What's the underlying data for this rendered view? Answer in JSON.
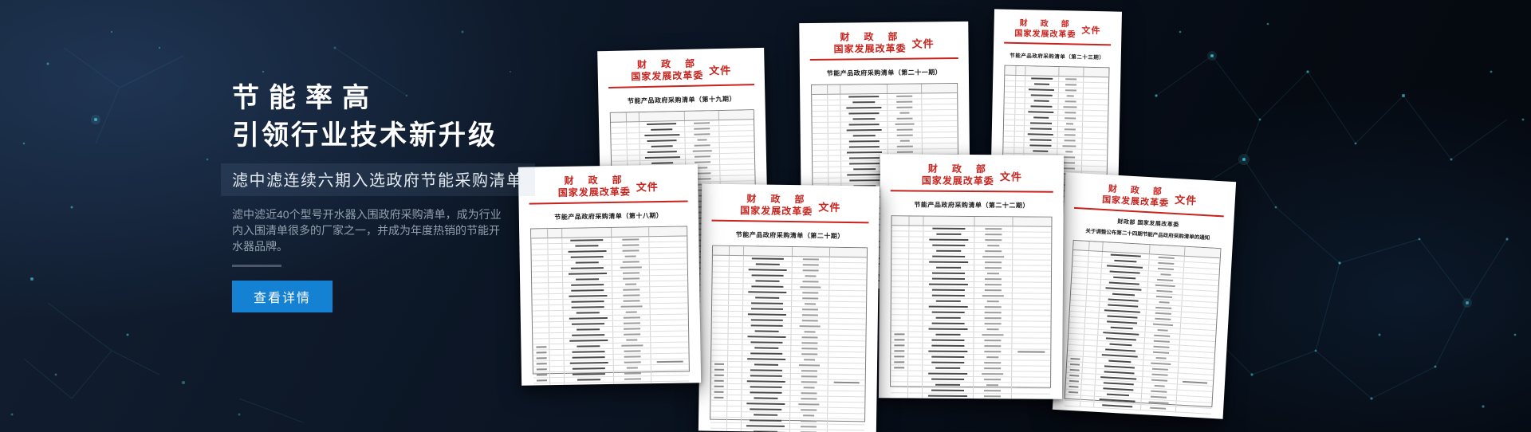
{
  "hero": {
    "title_line1": "节能率高",
    "title_line2": "引领行业技术新升级",
    "subtitle": "滤中滤连续六期入选政府节能采购清单",
    "description": "滤中滤近40个型号开水器入围政府采购清单，成为行业内入围清单很多的厂家之一，并成为年度热销的节能开水器品牌。",
    "cta_label": "查看详情"
  },
  "colors": {
    "cta_background": "#1581d3",
    "document_red": "#c8231d",
    "background_top": "#132033",
    "background_bottom": "#04070d"
  },
  "documents": [
    {
      "id": "issue-19",
      "ministry": "财　政　部",
      "commission": "国家发展改革委",
      "doc_type": "文件",
      "title": "节能产品政府采购清单（第十九期）",
      "rows": 38
    },
    {
      "id": "issue-21",
      "ministry": "财　政　部",
      "commission": "国家发展改革委",
      "doc_type": "文件",
      "title": "节能产品政府采购清单（第二十一期）",
      "rows": 34
    },
    {
      "id": "issue-23",
      "ministry": "财　政　部",
      "commission": "国家发展改革委",
      "doc_type": "文件",
      "title": "节能产品政府采购清单（第二十三期）",
      "rows": 42
    },
    {
      "id": "issue-18",
      "ministry": "财　政　部",
      "commission": "国家发展改革委",
      "doc_type": "文件",
      "title": "节能产品政府采购清单（第十八期）",
      "rows": 28
    },
    {
      "id": "issue-20",
      "ministry": "财　政　部",
      "commission": "国家发展改革委",
      "doc_type": "文件",
      "title": "节能产品政府采购清单（第二十期）",
      "rows": 32
    },
    {
      "id": "issue-22",
      "ministry": "财　政　部",
      "commission": "国家发展改革委",
      "doc_type": "文件",
      "title": "节能产品政府采购清单（第二十二期）",
      "rows": 32
    },
    {
      "id": "notice-24",
      "ministry": "财　政　部",
      "commission": "国家发展改革委",
      "doc_type": "文件",
      "title": "财政部 国家发展改革委",
      "title2": "关于调整公布第二十四期节能产品政府采购清单的通知",
      "rows": 28
    }
  ]
}
